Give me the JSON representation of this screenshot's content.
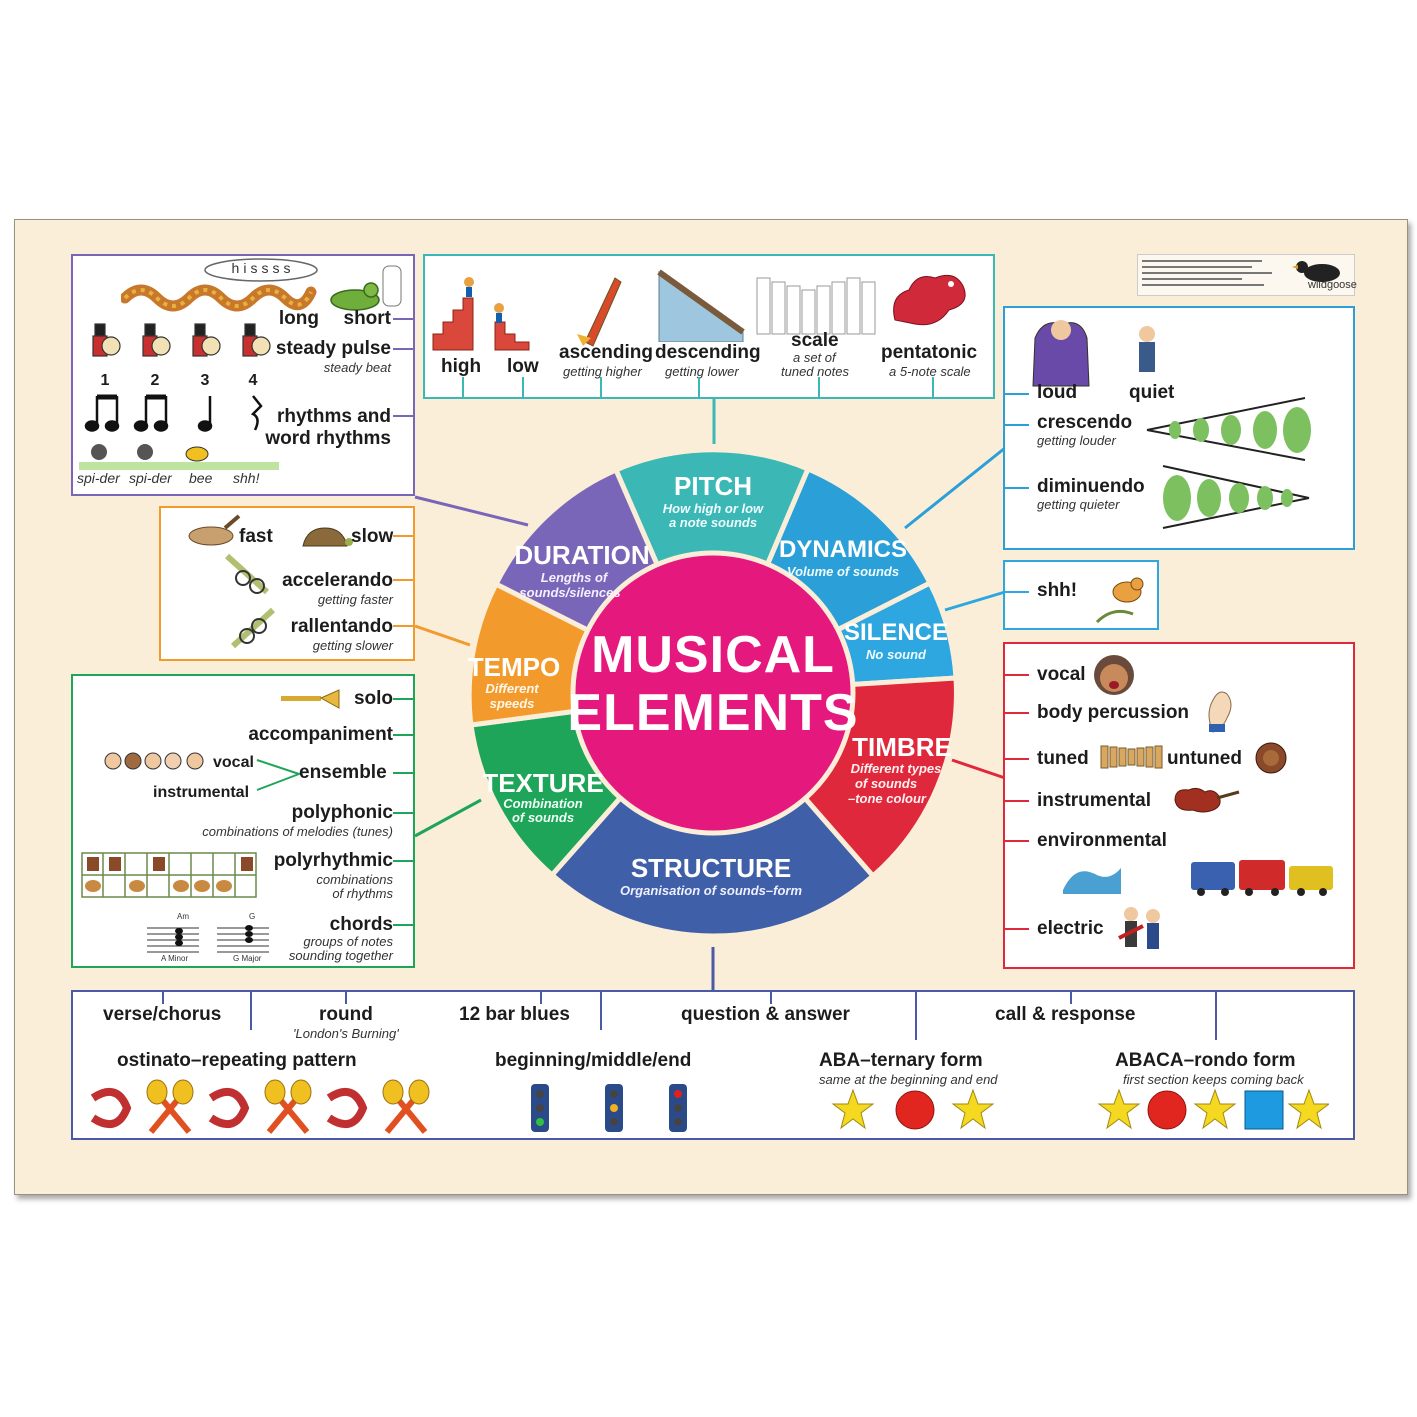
{
  "title": {
    "line1": "MUSICAL",
    "line2": "ELEMENTS"
  },
  "segments": {
    "pitch": {
      "name": "PITCH",
      "desc1": "How high or low",
      "desc2": "a note sounds"
    },
    "dynamics": {
      "name": "DYNAMICS",
      "desc1": "Volume of sounds"
    },
    "silence": {
      "name": "SILENCE",
      "desc1": "No sound"
    },
    "timbre": {
      "name": "TIMBRE",
      "desc1": "Different types",
      "desc2": "of sounds",
      "desc3": "–tone colour"
    },
    "structure": {
      "name": "STRUCTURE",
      "desc1": "Organisation of sounds–form"
    },
    "texture": {
      "name": "TEXTURE",
      "desc1": "Combination",
      "desc2": "of sounds"
    },
    "tempo": {
      "name": "TEMPO",
      "desc1": "Different",
      "desc2": "speeds"
    },
    "duration": {
      "name": "DURATION",
      "desc1": "Lengths of",
      "desc2": "sounds/silences"
    }
  },
  "duration_box": {
    "hiss": "hissss",
    "long": "long",
    "short": "short",
    "steady_pulse": "steady pulse",
    "steady_beat": "steady beat",
    "rhythms1": "rhythms and",
    "rhythms2": "word rhythms",
    "beats": [
      "1",
      "2",
      "3",
      "4"
    ],
    "words": [
      "spi-der",
      "spi-der",
      "bee",
      "shh!"
    ]
  },
  "pitch_box": {
    "high": "high",
    "low": "low",
    "ascending": "ascending",
    "ascending_sub": "getting higher",
    "descending": "descending",
    "descending_sub": "getting lower",
    "scale": "scale",
    "scale_sub1": "a set of",
    "scale_sub2": "tuned notes",
    "pentatonic": "pentatonic",
    "pentatonic_sub": "a 5-note scale"
  },
  "dynamics_box": {
    "loud": "loud",
    "quiet": "quiet",
    "crescendo": "crescendo",
    "crescendo_sub": "getting louder",
    "diminuendo": "diminuendo",
    "diminuendo_sub": "getting quieter"
  },
  "silence_box": {
    "shh": "shh!"
  },
  "tempo_box": {
    "fast": "fast",
    "slow": "slow",
    "accelerando": "accelerando",
    "accelerando_sub": "getting faster",
    "rallentando": "rallentando",
    "rallentando_sub": "getting slower"
  },
  "texture_box": {
    "solo": "solo",
    "accompaniment": "accompaniment",
    "vocal": "vocal",
    "instrumental": "instrumental",
    "ensemble": "ensemble",
    "polyphonic": "polyphonic",
    "polyphonic_sub": "combinations of melodies (tunes)",
    "polyrhythmic": "polyrhythmic",
    "polyrhythmic_sub1": "combinations",
    "polyrhythmic_sub2": "of rhythms",
    "chords": "chords",
    "chords_sub1": "groups of notes",
    "chords_sub2": "sounding together",
    "chord1_label": "A Minor",
    "chord2_label": "G Major",
    "chord1_top": "Am",
    "chord2_top": "G"
  },
  "timbre_box": {
    "vocal": "vocal",
    "body_percussion": "body percussion",
    "tuned": "tuned",
    "untuned": "untuned",
    "instrumental": "instrumental",
    "environmental": "environmental",
    "electric": "electric"
  },
  "structure_box": {
    "verse_chorus": "verse/chorus",
    "round": "round",
    "round_sub": "'London's Burning'",
    "twelve_bar": "12 bar blues",
    "question_answer": "question & answer",
    "call_response": "call & response",
    "ostinato": "ostinato–repeating pattern",
    "beginning": "beginning/middle/end",
    "aba": "ABA–ternary form",
    "aba_sub": "same at the beginning and end",
    "abaca": "ABACA–rondo form",
    "abaca_sub": "first section keeps coming back"
  },
  "publisher": {
    "name": "wildgoose"
  },
  "colors": {
    "pitch": "#3bb8b5",
    "dynamics": "#2a9fd8",
    "silence": "#2ea6e0",
    "timbre": "#e0283c",
    "structure": "#3f5fa8",
    "texture": "#1fa55a",
    "tempo": "#f39a2c",
    "duration": "#7a66b8",
    "center": "#e5197d",
    "structure_box": "#4a5aa6",
    "poster_bg": "#fbeed8"
  }
}
